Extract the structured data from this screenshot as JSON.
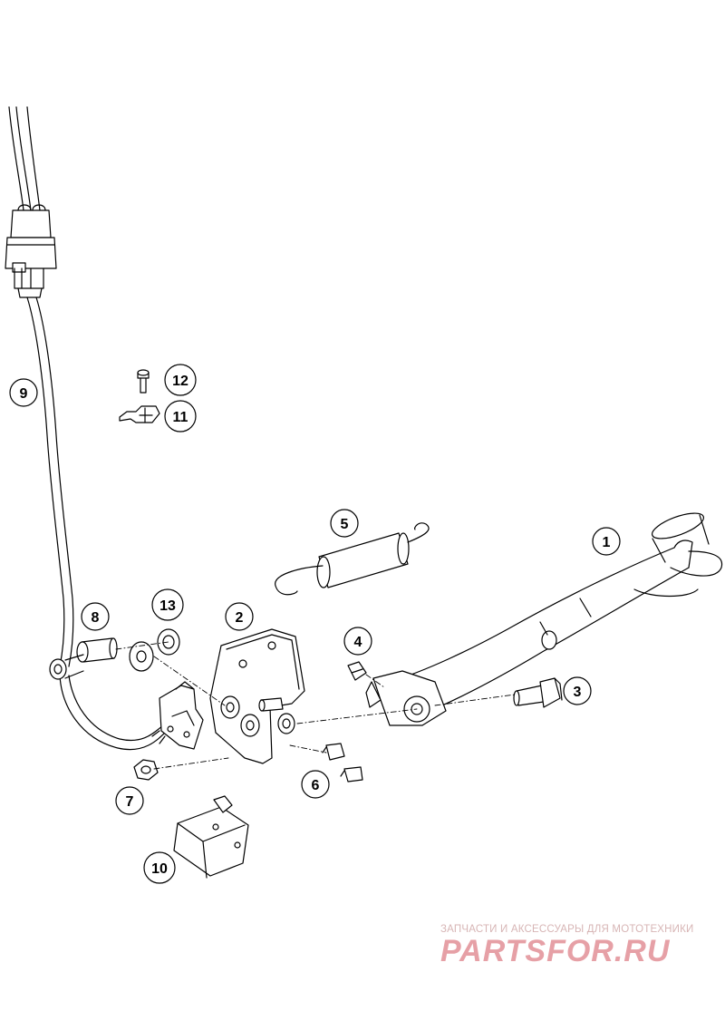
{
  "callouts": [
    "1",
    "2",
    "3",
    "4",
    "5",
    "6",
    "7",
    "8",
    "9",
    "10",
    "11",
    "12",
    "13"
  ],
  "watermark": {
    "tagline": "ЗАПЧАСТИ И АКСЕССУАРЫ ДЛЯ МОТОТЕХНИКИ",
    "brand": "PARTSFOR.RU",
    "color": "#e6a0a6"
  },
  "colors": {
    "line": "#000000",
    "paper": "#ffffff"
  }
}
